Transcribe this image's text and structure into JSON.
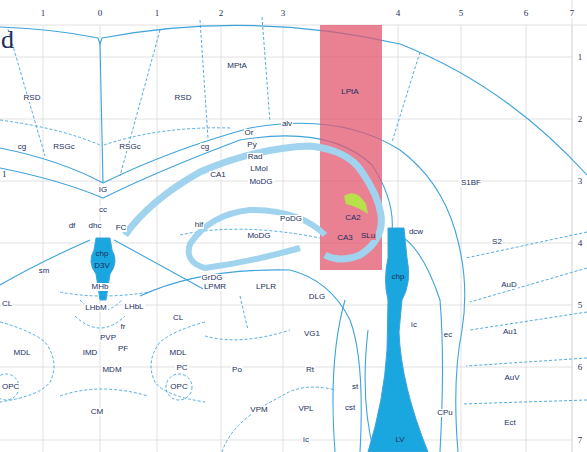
{
  "diagram": {
    "labels": [
      "1",
      "0",
      "1",
      "2",
      "3",
      "4",
      "5",
      "6",
      "7",
      "d",
      "1",
      "RSD",
      "RSD",
      "MPtA",
      "LPtA",
      "2",
      "cg",
      "RSGc",
      "RSGc",
      "cg",
      "alv",
      "Or",
      "Py",
      "Rad",
      "LMol",
      "MoDG",
      "CA1",
      "IG",
      "S1BF",
      "3",
      "1",
      "cc",
      "df",
      "dhc",
      "FC",
      "hif",
      "PoDG",
      "CA2",
      "MoDG",
      "CA3",
      "SLu",
      "dcw",
      "S2",
      "4",
      "chp",
      "GrDG",
      "D3V",
      "sm",
      "chp",
      "LPMR",
      "LPLR",
      "DLG",
      "MHb",
      "AuD",
      "CL",
      "LHbM",
      "LHbL",
      "5",
      "VG1",
      "ic",
      "ec",
      "Au1",
      "CL",
      "fr",
      "PVP",
      "PF",
      "MDL",
      "IMD",
      "MDL",
      "Po",
      "Rt",
      "6",
      "MDM",
      "PC",
      "AuV",
      "OPC",
      "OPC",
      "st",
      "CM",
      "cst",
      "VPM",
      "VPL",
      "CPu",
      "Ect",
      "ic",
      "LV",
      "7"
    ]
  }
}
